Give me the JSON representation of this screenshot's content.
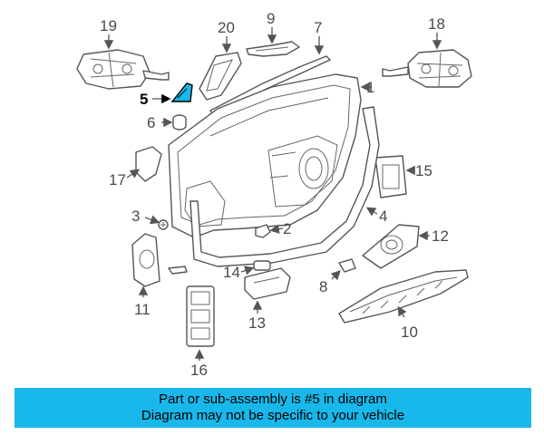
{
  "diagram": {
    "highlighted_part": "5",
    "accent_color": "#18b8ea",
    "callouts": [
      "1",
      "2",
      "3",
      "4",
      "5",
      "6",
      "7",
      "8",
      "9",
      "10",
      "11",
      "12",
      "13",
      "14",
      "15",
      "16",
      "17",
      "18",
      "19",
      "20"
    ]
  },
  "banner": {
    "line1": "Part or sub-assembly is #5 in diagram",
    "line2": "Diagram may not be specific to your vehicle",
    "background": "#18b8ea"
  }
}
